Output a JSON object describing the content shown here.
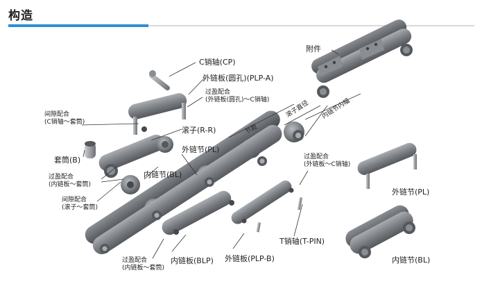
{
  "header": {
    "title": "构造"
  },
  "labels": {
    "attachment": "附件",
    "c_pin": "C销轴(CP)",
    "outer_plate_round": "外链板(圆孔)(PLP-A)",
    "interference_fit_1_line1": "过盈配合",
    "interference_fit_1_line2": "(外链板(圆孔)～C销轴)",
    "clearance_fit_1_line1": "间隙配合",
    "clearance_fit_1_line2": "(C销轴～套筒)",
    "roller_diameter": "滚子直径",
    "inner_link_width": "内链节内幅",
    "pitch": "节距",
    "roller": "滚子(R-R)",
    "bushing": "套筒(B)",
    "outer_link_center": "外链节(PL)",
    "interference_fit_2_line1": "过盈配合",
    "interference_fit_2_line2": "(内链板～套筒)",
    "inner_link_center": "内链节(BL)",
    "clearance_fit_2_line1": "间隙配合",
    "clearance_fit_2_line2": "(滚子～套筒)",
    "interference_fit_3_line1": "过盈配合",
    "interference_fit_3_line2": "(外链板～C销轴)",
    "outer_link_right": "外链节(PL)",
    "t_pin": "T销轴(T-PIN)",
    "inner_plate": "内链板(BLP)",
    "outer_plate": "外链板(PLP-B)",
    "interference_fit_4_line1": "过盈配合",
    "interference_fit_4_line2": "(内链板～套筒)",
    "inner_link_right": "内链节(BL)"
  },
  "colors": {
    "accent": "#2d8fd6",
    "steel_dark": "#55585c",
    "steel_mid": "#7c8085",
    "steel_light": "#a9adb2",
    "leader": "#333333"
  }
}
